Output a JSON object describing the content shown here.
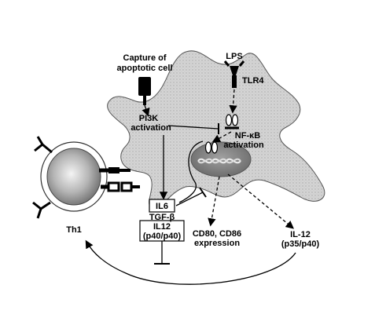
{
  "labels": {
    "capture_line1": "Capture of",
    "capture_line2": "apoptotic cell",
    "lps": "LPS",
    "tlr4": "TLR4",
    "pi3k_line1": "PI3K",
    "pi3k_line2": "activation",
    "nfkb_line1": "NF-κB",
    "nfkb_line2": "activation",
    "il6": "IL6",
    "tgfb": "TGF-β",
    "il12_line1": "IL12",
    "il12_line2": "(p40/p40)",
    "cd_line1": "CD80, CD86",
    "cd_line2": "expression",
    "il12b_line1": "IL-12",
    "il12b_line2": "(p35/p40)",
    "th1": "Th1"
  },
  "colors": {
    "cell_fill": "#d6d6d6",
    "nucleus_fill": "#7f7f7f",
    "receptor": "#000000",
    "th1_core": "#9a9a9a"
  }
}
